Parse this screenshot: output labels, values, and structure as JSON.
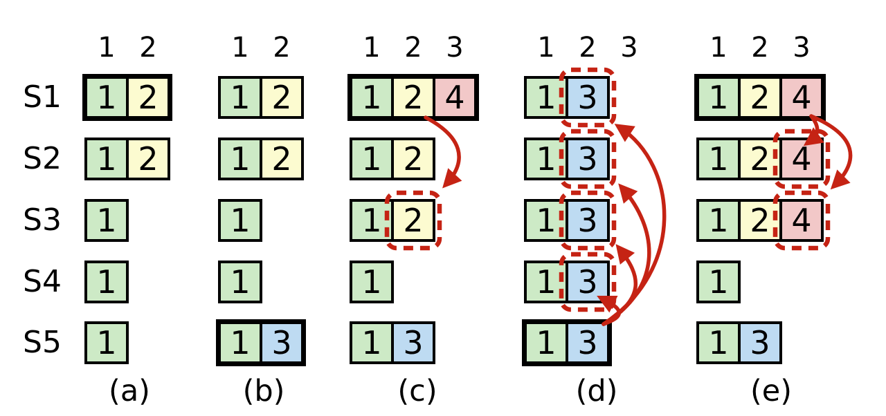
{
  "figure": {
    "row_labels": [
      "S1",
      "S2",
      "S3",
      "S4",
      "S5"
    ],
    "colors": {
      "green": "#cdeac6",
      "yellow": "#fcfbd0",
      "blue": "#bedbf2",
      "pink": "#f2c8c8",
      "red": "#c52314",
      "black": "#000000"
    },
    "panels": [
      {
        "id": "a",
        "label": "(a)",
        "columns": [
          "1",
          "2"
        ],
        "rows": [
          {
            "name": "S1",
            "thick": true,
            "cells": [
              {
                "value": "1",
                "color": "green"
              },
              {
                "value": "2",
                "color": "yellow"
              }
            ]
          },
          {
            "name": "S2",
            "thick": false,
            "cells": [
              {
                "value": "1",
                "color": "green"
              },
              {
                "value": "2",
                "color": "yellow"
              }
            ]
          },
          {
            "name": "S3",
            "thick": false,
            "cells": [
              {
                "value": "1",
                "color": "green"
              }
            ]
          },
          {
            "name": "S4",
            "thick": false,
            "cells": [
              {
                "value": "1",
                "color": "green"
              }
            ]
          },
          {
            "name": "S5",
            "thick": false,
            "cells": [
              {
                "value": "1",
                "color": "green"
              }
            ]
          }
        ]
      },
      {
        "id": "b",
        "label": "(b)",
        "columns": [
          "1",
          "2"
        ],
        "rows": [
          {
            "name": "S1",
            "thick": false,
            "cells": [
              {
                "value": "1",
                "color": "green"
              },
              {
                "value": "2",
                "color": "yellow"
              }
            ]
          },
          {
            "name": "S2",
            "thick": false,
            "cells": [
              {
                "value": "1",
                "color": "green"
              },
              {
                "value": "2",
                "color": "yellow"
              }
            ]
          },
          {
            "name": "S3",
            "thick": false,
            "cells": [
              {
                "value": "1",
                "color": "green"
              }
            ]
          },
          {
            "name": "S4",
            "thick": false,
            "cells": [
              {
                "value": "1",
                "color": "green"
              }
            ]
          },
          {
            "name": "S5",
            "thick": true,
            "cells": [
              {
                "value": "1",
                "color": "green"
              },
              {
                "value": "3",
                "color": "blue"
              }
            ]
          }
        ]
      },
      {
        "id": "c",
        "label": "(c)",
        "columns": [
          "1",
          "2",
          "3"
        ],
        "rows": [
          {
            "name": "S1",
            "thick": true,
            "cells": [
              {
                "value": "1",
                "color": "green"
              },
              {
                "value": "2",
                "color": "yellow"
              },
              {
                "value": "4",
                "color": "pink"
              }
            ]
          },
          {
            "name": "S2",
            "thick": false,
            "cells": [
              {
                "value": "1",
                "color": "green"
              },
              {
                "value": "2",
                "color": "yellow"
              }
            ]
          },
          {
            "name": "S3",
            "thick": false,
            "cells": [
              {
                "value": "1",
                "color": "green"
              },
              {
                "value": "2",
                "color": "yellow",
                "dashed": true
              }
            ]
          },
          {
            "name": "S4",
            "thick": false,
            "cells": [
              {
                "value": "1",
                "color": "green"
              }
            ]
          },
          {
            "name": "S5",
            "thick": false,
            "cells": [
              {
                "value": "1",
                "color": "green"
              },
              {
                "value": "3",
                "color": "blue"
              }
            ]
          }
        ]
      },
      {
        "id": "d",
        "label": "(d)",
        "columns": [
          "1",
          "2",
          "3"
        ],
        "rows": [
          {
            "name": "S1",
            "thick": false,
            "cells": [
              {
                "value": "1",
                "color": "green"
              },
              {
                "value": "3",
                "color": "blue",
                "dashed": true
              }
            ]
          },
          {
            "name": "S2",
            "thick": false,
            "cells": [
              {
                "value": "1",
                "color": "green"
              },
              {
                "value": "3",
                "color": "blue",
                "dashed": true
              }
            ]
          },
          {
            "name": "S3",
            "thick": false,
            "cells": [
              {
                "value": "1",
                "color": "green"
              },
              {
                "value": "3",
                "color": "blue",
                "dashed": true
              }
            ]
          },
          {
            "name": "S4",
            "thick": false,
            "cells": [
              {
                "value": "1",
                "color": "green"
              },
              {
                "value": "3",
                "color": "blue",
                "dashed": true
              }
            ]
          },
          {
            "name": "S5",
            "thick": true,
            "cells": [
              {
                "value": "1",
                "color": "green"
              },
              {
                "value": "3",
                "color": "blue"
              }
            ]
          }
        ]
      },
      {
        "id": "e",
        "label": "(e)",
        "columns": [
          "1",
          "2",
          "3"
        ],
        "rows": [
          {
            "name": "S1",
            "thick": true,
            "cells": [
              {
                "value": "1",
                "color": "green"
              },
              {
                "value": "2",
                "color": "yellow"
              },
              {
                "value": "4",
                "color": "pink"
              }
            ]
          },
          {
            "name": "S2",
            "thick": false,
            "cells": [
              {
                "value": "1",
                "color": "green"
              },
              {
                "value": "2",
                "color": "yellow"
              },
              {
                "value": "4",
                "color": "pink",
                "dashed": true
              }
            ]
          },
          {
            "name": "S3",
            "thick": false,
            "cells": [
              {
                "value": "1",
                "color": "green"
              },
              {
                "value": "2",
                "color": "yellow"
              },
              {
                "value": "4",
                "color": "pink",
                "dashed": true
              }
            ]
          },
          {
            "name": "S4",
            "thick": false,
            "cells": [
              {
                "value": "1",
                "color": "green"
              }
            ]
          },
          {
            "name": "S5",
            "thick": false,
            "cells": [
              {
                "value": "1",
                "color": "green"
              },
              {
                "value": "3",
                "color": "blue"
              }
            ]
          }
        ]
      }
    ],
    "arrows": [
      {
        "panel": "c",
        "from": "S1",
        "to": "S3"
      },
      {
        "panel": "d",
        "from": "S5",
        "to": "S1"
      },
      {
        "panel": "d",
        "from": "S5",
        "to": "S2"
      },
      {
        "panel": "d",
        "from": "S5",
        "to": "S3"
      },
      {
        "panel": "d",
        "from": "S5",
        "to": "S4"
      },
      {
        "panel": "e",
        "from": "S1",
        "to": "S2"
      },
      {
        "panel": "e",
        "from": "S1",
        "to": "S3"
      }
    ]
  }
}
